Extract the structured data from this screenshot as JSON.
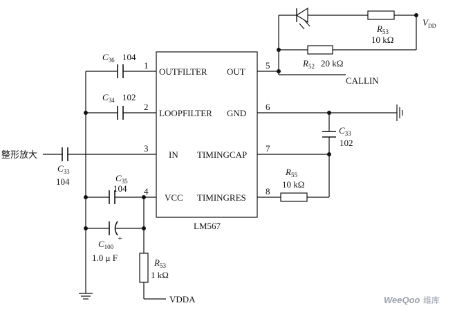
{
  "ic": {
    "part": "LM567",
    "pins": [
      {
        "num": "1",
        "name": "OUTFILTER"
      },
      {
        "num": "2",
        "name": "LOOPFILTER"
      },
      {
        "num": "3",
        "name": "IN"
      },
      {
        "num": "4",
        "name": "VCC"
      },
      {
        "num": "5",
        "name": "OUT"
      },
      {
        "num": "6",
        "name": "GND"
      },
      {
        "num": "7",
        "name": "TIMINGCAP"
      },
      {
        "num": "8",
        "name": "TIMINGRES"
      }
    ]
  },
  "components": {
    "c36": {
      "ref": "C",
      "sub": "36",
      "value": "104"
    },
    "c34": {
      "ref": "C",
      "sub": "34",
      "value": "102"
    },
    "c33_in": {
      "ref": "C",
      "sub": "33",
      "value": "104"
    },
    "c35": {
      "ref": "C",
      "sub": "35",
      "value": "104"
    },
    "c100": {
      "ref": "C",
      "sub": "100",
      "value": "1.0 μ F"
    },
    "r53_bottom": {
      "ref": "R",
      "sub": "53",
      "value": "1 kΩ"
    },
    "r53_top": {
      "ref": "R",
      "sub": "53",
      "value": "10 kΩ"
    },
    "r52": {
      "ref": "R",
      "sub": "52",
      "value": "20 kΩ"
    },
    "r55": {
      "ref": "R",
      "sub": "55",
      "value": "10 kΩ"
    },
    "c33_timing": {
      "ref": "C",
      "sub": "33",
      "value": "102"
    }
  },
  "nets": {
    "input": "整形放大",
    "callin": "CALLIN",
    "vdda": "VDDA",
    "vdd": {
      "ref": "V",
      "sub": "DD"
    }
  },
  "watermark": {
    "brand": "WeeQoo",
    "cn": "维库"
  }
}
